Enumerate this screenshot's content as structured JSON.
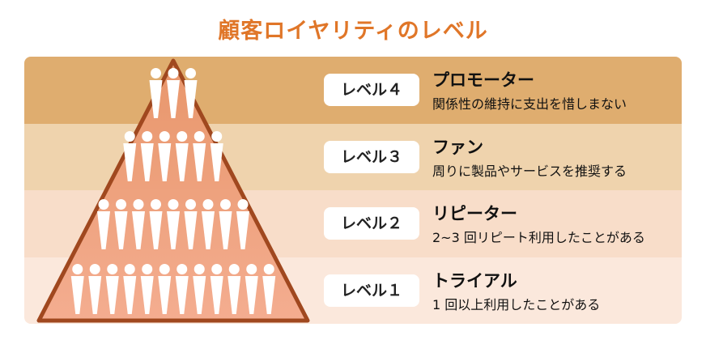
{
  "title": "顧客ロイヤリティのレベル",
  "colors": {
    "title": "#e07628",
    "band_level4": "#dfad6f",
    "band_level3": "#efd3ad",
    "band_level2": "#f8ddc9",
    "band_level1": "#fbe8dc",
    "pyramid_outline": "#a0481f",
    "figure": "#ffffff"
  },
  "pyramid": {
    "people_per_level": [
      3,
      6,
      9,
      12
    ]
  },
  "levels": [
    {
      "badge": "レベル４",
      "name": "プロモーター",
      "description": "関係性の維持に支出を惜しまない"
    },
    {
      "badge": "レベル３",
      "name": "ファン",
      "description": "周りに製品やサービスを推奨する"
    },
    {
      "badge": "レベル２",
      "name": "リピーター",
      "description": "2~3 回リピート利用したことがある"
    },
    {
      "badge": "レベル１",
      "name": "トライアル",
      "description": "1 回以上利用したことがある"
    }
  ]
}
